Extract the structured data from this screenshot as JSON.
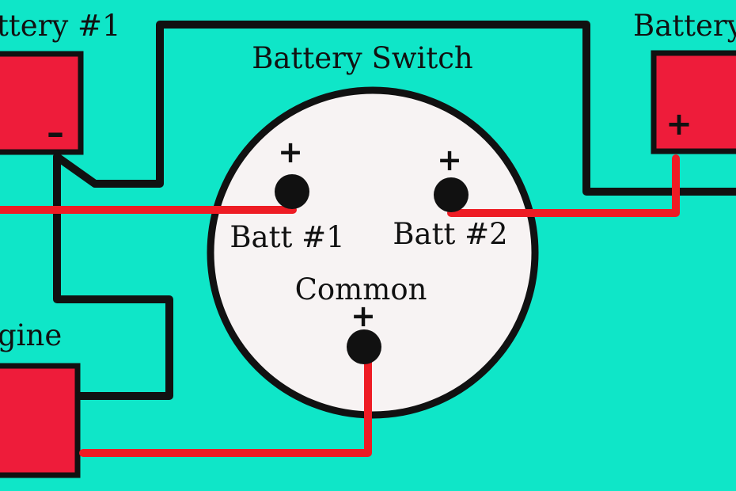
{
  "title": "Battery Switch",
  "colors": {
    "background": "#0fe6c8",
    "battery_fill": "#ee1c3a",
    "positive_wire": "#ee1c24",
    "negative_wire": "#111111",
    "switch_face": "#f7f3f3"
  },
  "batteries": {
    "battery1_label": "ttery #1",
    "battery1_terminal": "–",
    "battery2_label": "Battery",
    "battery2_terminal": "+",
    "engine_label": "gine"
  },
  "switch": {
    "posts": [
      {
        "label": "Batt #1",
        "sign": "+"
      },
      {
        "label": "Batt #2",
        "sign": "+"
      },
      {
        "label": "Common",
        "sign": "+"
      }
    ]
  }
}
